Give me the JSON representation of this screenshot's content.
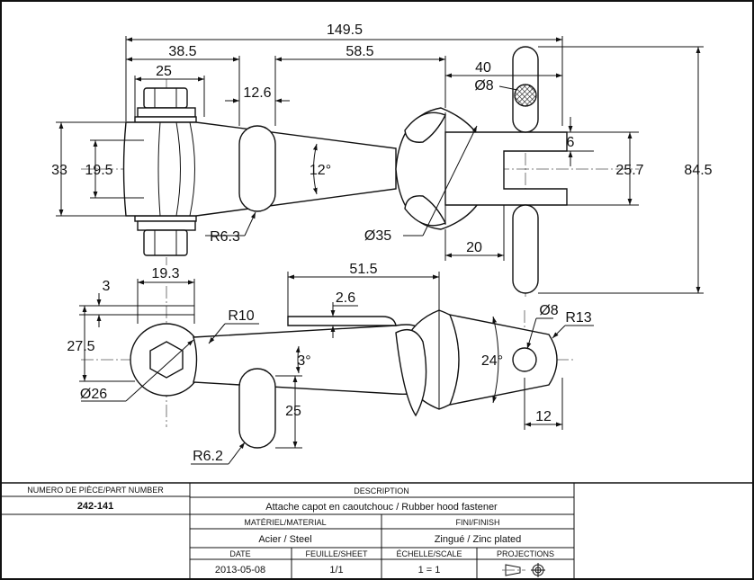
{
  "top_view_dims": {
    "overall_length": "149.5",
    "left_section": "38.5",
    "bolt_width": "25",
    "slot_width": "12.6",
    "middle_section": "58.5",
    "right_section": "40",
    "pin_dia": "Ø8",
    "tab_offset": "6",
    "height_outer": "33",
    "height_inner": "19.5",
    "taper_angle": "12°",
    "right_height": "25.7",
    "handle_height": "84.5",
    "slot_radius": "R6.3",
    "knob_dia": "Ø35",
    "right_offset": "20"
  },
  "side_view_dims": {
    "bolt_head": "19.3",
    "flange_thickness": "3",
    "ring_radius": "R10",
    "ring_height": "27.5",
    "ring_dia": "Ø26",
    "body_length": "51.5",
    "lip": "2.6",
    "body_angle": "3°",
    "tip_angle": "24°",
    "hole_dia": "Ø8",
    "tip_radius": "R13",
    "handle_depth": "25",
    "tip_length": "12",
    "handle_radius": "R6.2"
  },
  "title_block": {
    "part_number_label": "NUMERO DE PIÈCE/PART NUMBER",
    "part_number": "242-141",
    "description_label": "DESCRIPTION",
    "description": "Attache capot en caoutchouc / Rubber hood fastener",
    "material_label": "MATÉRIEL/MATERIAL",
    "material": "Acier / Steel",
    "finish_label": "FINI/FINISH",
    "finish": "Zingué / Zinc plated",
    "date_label": "DATE",
    "date": "2013-05-08",
    "sheet_label": "FEUILLE/SHEET",
    "sheet": "1/1",
    "scale_label": "ÉCHELLE/SCALE",
    "scale": "1 = 1",
    "projections_label": "PROJECTIONS"
  }
}
